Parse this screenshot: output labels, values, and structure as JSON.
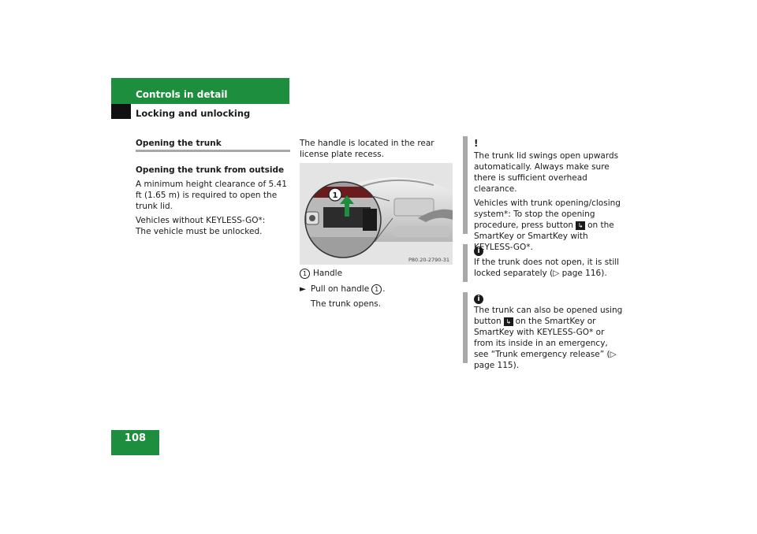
{
  "header": {
    "section": "Controls in detail",
    "subsection": "Locking and unlocking"
  },
  "page_number": "108",
  "col1": {
    "heading": "Opening the trunk",
    "subheading": "Opening the trunk from outside",
    "para1": "A minimum height clearance of 5.41 ft (1.65 m) is required to open the trunk lid.",
    "para2_line1": "Vehicles without KEYLESS-GO*:",
    "para2_line2": "The vehicle must be unlocked."
  },
  "col2": {
    "intro": "The handle is located in the rear license plate recess.",
    "figure_code": "P80.20-2790-31",
    "callout_number": "1",
    "legend_num": "1",
    "legend_label": "Handle",
    "step_bullet": "►",
    "step_text_a": "Pull on handle",
    "step_num": "1",
    "step_text_b": ".",
    "result": "The trunk opens."
  },
  "col3": {
    "warning_symbol": "!",
    "warning_p1": "The trunk lid swings open upwards automatically. Always make sure there is sufficient overhead clearance.",
    "warning_p2_a": "Vehicles with trunk opening/closing system*: To stop the opening procedure, press button",
    "warning_p2_b": "on the SmartKey or SmartKey with KEYLESS-GO*.",
    "info_symbol": "i",
    "info1": "If the trunk does not open, it is still locked separately (▷ page 116).",
    "info2_a": "The trunk can also be opened using button",
    "info2_b": "on the SmartKey or SmartKey with KEYLESS-GO* or from its inside in an emergency, see “Trunk emergency release” (▷ page 115).",
    "trunk_button_glyph": "↳"
  },
  "colors": {
    "accent_green": "#1d8d3e",
    "rule_grey": "#a8a8a8"
  }
}
